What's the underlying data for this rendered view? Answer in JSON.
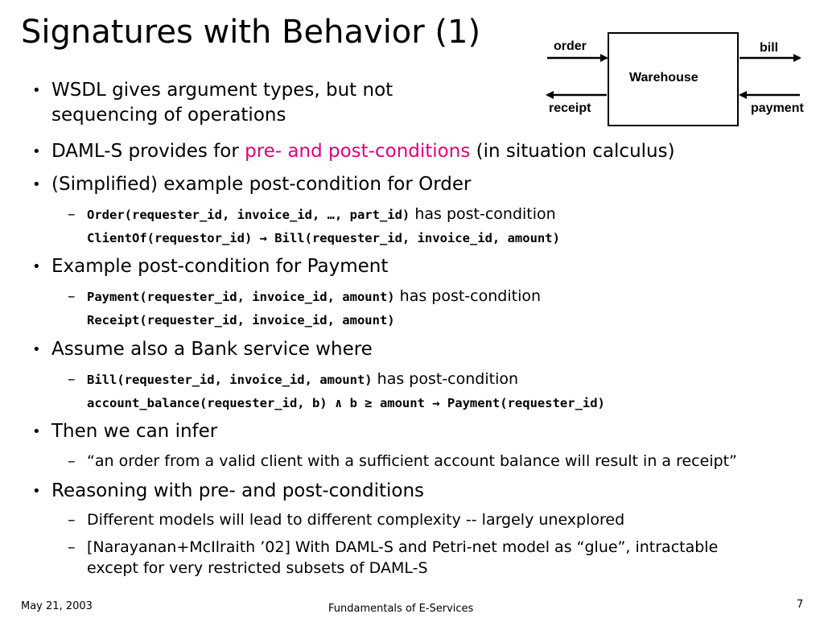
{
  "slide": {
    "title": "Signatures with Behavior (1)",
    "bullets": [
      {
        "text_line1": "WSDL gives argument types, but not",
        "text_line2": "sequencing of operations"
      },
      {
        "text_before": "DAML-S provides for ",
        "text_highlight": "pre- and post-conditions",
        "text_after": " (in situation calculus)"
      },
      {
        "text": "(Simplified) example post-condition for Order"
      },
      {
        "text": "Example post-condition for Payment"
      },
      {
        "text": "Assume also a Bank service where"
      },
      {
        "text": "Then we can infer"
      },
      {
        "text": "Reasoning with pre- and post-conditions"
      }
    ],
    "subbullets": {
      "order_code": "Order(requester_id, invoice_id, …, part_id)",
      "order_text": " has post-condition",
      "order_cont": "ClientOf(requestor_id) → Bill(requester_id, invoice_id, amount)",
      "payment_code": "Payment(requester_id, invoice_id, amount)",
      "payment_text": "  has post-condition",
      "payment_cont": "Receipt(requester_id, invoice_id, amount)",
      "bill_code": "Bill(requester_id, invoice_id, amount)",
      "bill_text": "  has post-condition",
      "bill_cont": "account_balance(requester_id, b) ∧ b ≥ amount → Payment(requester_id)",
      "infer_text": "“an order from a valid client with a sufficient account balance will result in a receipt”",
      "reason1": "Different models will lead to different complexity -- largely unexplored",
      "reason2_line1": "[Narayanan+McIlraith ’02] With DAML-S and Petri-net model as “glue”, intractable",
      "reason2_line2": "except for very restricted subsets of DAML-S"
    },
    "bullet_symbol": "•",
    "dash_symbol": "–"
  },
  "diagram": {
    "box_label": "Warehouse",
    "order": "order",
    "bill": "bill",
    "receipt": "receipt",
    "payment": "payment"
  },
  "footer": {
    "date": "May 21, 2003",
    "center": "Fundamentals of E-Services",
    "page": "7"
  },
  "colors": {
    "highlight": "#e0007a"
  }
}
